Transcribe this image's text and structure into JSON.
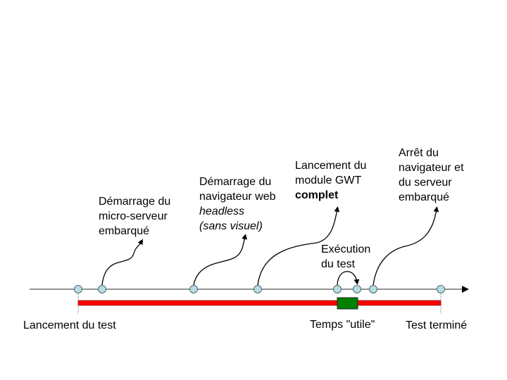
{
  "colors": {
    "marker_fill": "#b7dde3",
    "marker_stroke": "#4a6a70",
    "axis": "#555555",
    "bar_red": "#ff0000",
    "bar_green": "#008000",
    "connector": "#000000"
  },
  "events": [
    {
      "id": "start-test",
      "lines": [
        {
          "text": "Lancement du test",
          "style": "normal"
        }
      ]
    },
    {
      "id": "start-microserver",
      "lines": [
        {
          "text": "Démarrage du",
          "style": "normal"
        },
        {
          "text": "micro-serveur",
          "style": "normal"
        },
        {
          "text": "embarqué",
          "style": "normal"
        }
      ]
    },
    {
      "id": "start-browser",
      "lines": [
        {
          "text": "Démarrage du",
          "style": "normal"
        },
        {
          "text": "navigateur web",
          "style": "normal"
        },
        {
          "text": "headless",
          "style": "italic"
        },
        {
          "text": "(sans visuel)",
          "style": "italic"
        }
      ]
    },
    {
      "id": "launch-gwt",
      "lines": [
        {
          "text": "Lancement du",
          "style": "normal"
        },
        {
          "text": "module GWT",
          "style": "normal"
        },
        {
          "text": "complet",
          "style": "bold"
        }
      ]
    },
    {
      "id": "test-exec",
      "lines": [
        {
          "text": "Exécution",
          "style": "normal"
        },
        {
          "text": "du test",
          "style": "normal"
        }
      ]
    },
    {
      "id": "stop",
      "lines": [
        {
          "text": "Arrêt du",
          "style": "normal"
        },
        {
          "text": "navigateur et",
          "style": "normal"
        },
        {
          "text": "du serveur",
          "style": "normal"
        },
        {
          "text": "embarqué",
          "style": "normal"
        }
      ]
    },
    {
      "id": "test-done",
      "lines": [
        {
          "text": "Test terminé",
          "style": "normal"
        }
      ]
    }
  ],
  "useful_time_label": "Temps \"utile\""
}
